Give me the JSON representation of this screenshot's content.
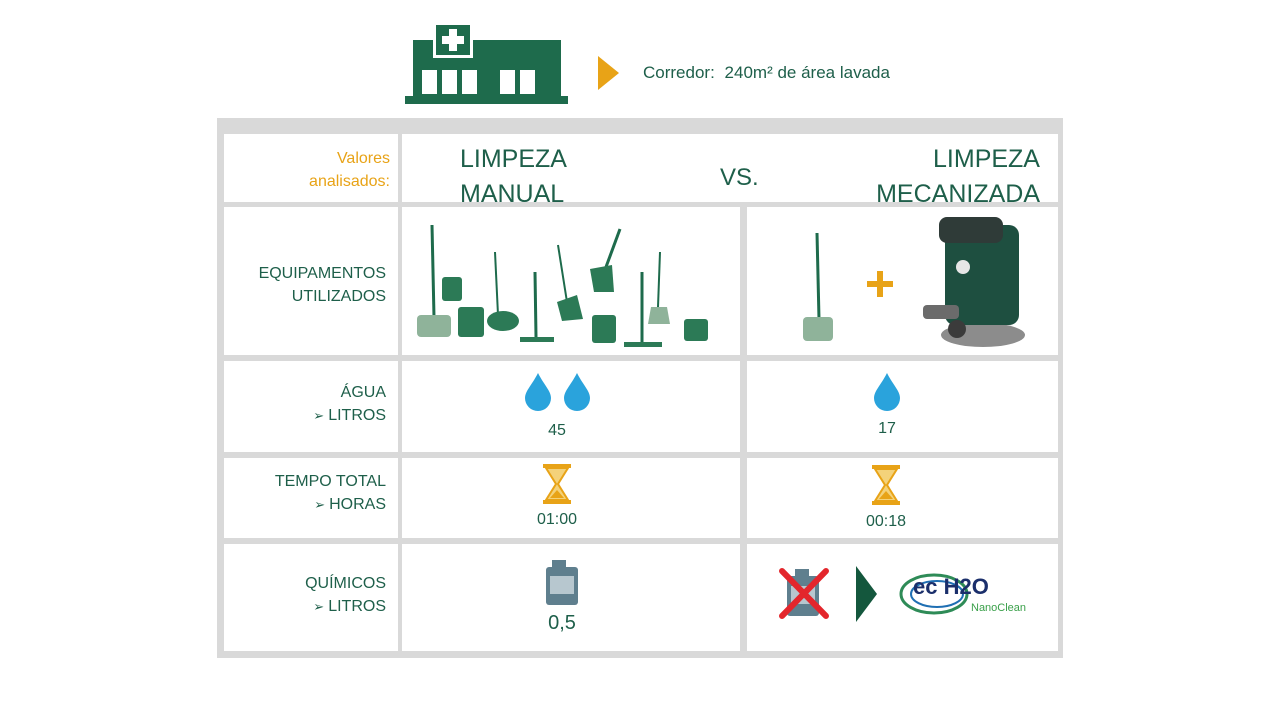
{
  "header": {
    "location_label": "Corredor:",
    "area_text": "240m² de área lavada"
  },
  "table": {
    "values_label": [
      "Valores",
      "analisados:"
    ],
    "manual_title": [
      "LIMPEZA",
      "MANUAL"
    ],
    "vs": "VS.",
    "mech_title": [
      "LIMPEZA",
      "MECANIZADA"
    ],
    "rows": {
      "equipment": {
        "label": [
          "EQUIPAMENTOS",
          "UTILIZADOS"
        ]
      },
      "water": {
        "label": "ÁGUA",
        "unit": "LITROS",
        "manual": "45",
        "mechanized": "17"
      },
      "time": {
        "label": "TEMPO TOTAL",
        "unit": "HORAS",
        "manual": "01:00",
        "mechanized": "00:18"
      },
      "chemicals": {
        "label": "QUÍMICOS",
        "unit": "LITROS",
        "manual": "0,5"
      }
    },
    "brand_logo": {
      "main": "ec H2O",
      "sub": "NanoClean"
    }
  },
  "colors": {
    "green": "#1e6b4c",
    "dark_green": "#14573d",
    "orange": "#e8a317",
    "blue": "#2aa3dc",
    "red": "#e3262c",
    "grey": "#d9d9d9"
  }
}
